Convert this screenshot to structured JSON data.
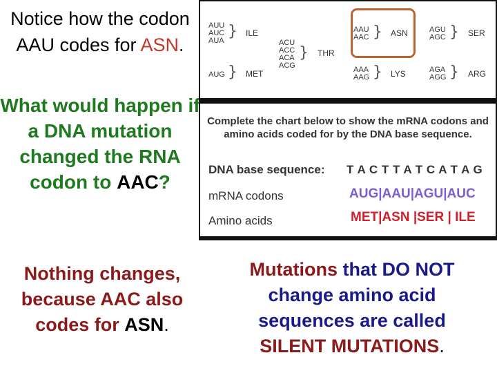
{
  "left": {
    "notice": {
      "before": "Notice how the codon AAU codes for ",
      "highlight": "ASN",
      "after": "."
    },
    "question": {
      "text": "What would happen if a DNA mutation changed the RNA codon to",
      "emph": "AAC",
      "end": "?"
    },
    "answer": {
      "text": "Nothing changes, because AAC also codes for",
      "emph": "ASN",
      "end": "."
    }
  },
  "right": {
    "silent": {
      "p1": "Mutations",
      "p2": "that DO NOT change amino acid sequences are called",
      "p3": "SILENT MUTATIONS",
      "end": "."
    }
  },
  "codon_table": {
    "groups": [
      {
        "codons": [
          "AUU",
          "AUC",
          "AUA"
        ],
        "aa": "ILE"
      },
      {
        "codons": [
          "AUG"
        ],
        "aa": "MET"
      },
      {
        "codons": [
          "ACU",
          "ACC",
          "ACA",
          "ACG"
        ],
        "aa": "THR"
      },
      {
        "codons": [
          "AAU",
          "AAC"
        ],
        "aa": "ASN"
      },
      {
        "codons": [
          "AAA",
          "AAG"
        ],
        "aa": "LYS"
      },
      {
        "codons": [
          "AGU",
          "AGC"
        ],
        "aa": "SER"
      },
      {
        "codons": [
          "AGA",
          "AGG"
        ],
        "aa": "ARG"
      }
    ]
  },
  "worksheet": {
    "instructions": "Complete the chart below to show the mRNA codons and amino acids coded for by the DNA base sequence.",
    "dna_label": "DNA base sequence:",
    "dna_value": "T A C T T A T C A T A G",
    "mrna_label": "mRNA codons",
    "mrna_value": "AUG|AAU|AGU|AUC",
    "amino_label": "Amino acids",
    "amino_value": "MET|ASN |SER | ILE"
  }
}
